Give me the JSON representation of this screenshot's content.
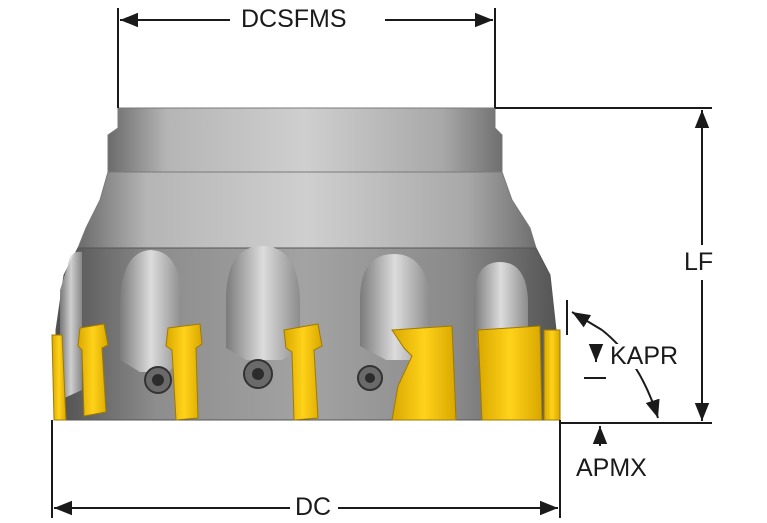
{
  "labels": {
    "dcsfms": "DCSFMS",
    "lf": "LF",
    "kapr": "KAPR",
    "apmx": "APMX",
    "dc": "DC"
  },
  "colors": {
    "body_light": "#c6c6c6",
    "body_mid": "#9a9a9a",
    "body_dark": "#5e5e5e",
    "insert": "#f2c600",
    "insert_dark": "#c99a00",
    "line": "#1a1a1a"
  }
}
